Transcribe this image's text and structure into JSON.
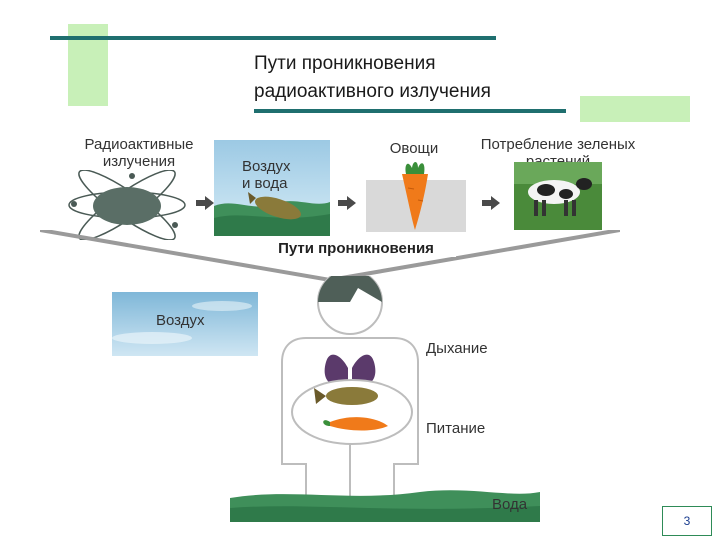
{
  "title": {
    "line1": "Пути проникновения",
    "line2": "радиоактивного излучения"
  },
  "top_row": {
    "radiation_label": "Радиоактивные излучения",
    "radiation_line1": "Радиоактивные",
    "radiation_line2": "излучения",
    "air_water_line1": "Воздух",
    "air_water_line2": "и вода",
    "vegetables": "Овощи",
    "consumption_line1": "Потребление зеленых",
    "consumption_line2": "растений"
  },
  "pathways_heading": "Пути проникновения",
  "body_section": {
    "air": "Воздух",
    "breathing": "Дыхание",
    "nutrition": "Питание",
    "water": "Вода"
  },
  "page_number": "3",
  "colors": {
    "accent_line": "#1f6f6f",
    "deco_green": "#c8f0b8",
    "sky": "#7fb7d8",
    "grass": "#3f8f5a",
    "carrot": "#f07a1a",
    "lungs": "#5b3a6b"
  }
}
